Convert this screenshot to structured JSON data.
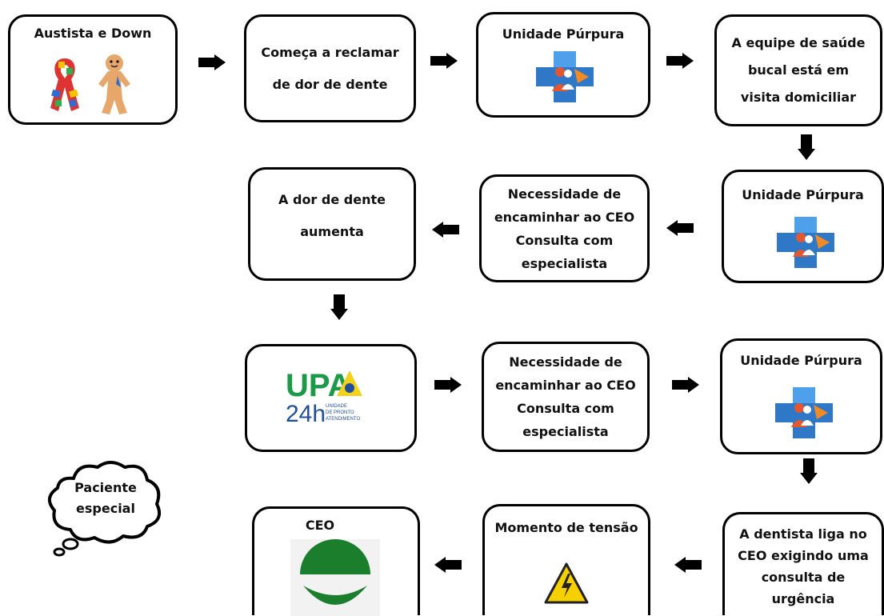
{
  "nodes": {
    "autism_down": {
      "label": "Austista e  Down"
    },
    "complaint": {
      "label": "Começa a reclamar\nde dor de dente"
    },
    "unit1": {
      "label": "Unidade Púrpura"
    },
    "home_visit": {
      "label": "A equipe de saúde\nbucal está em\nvisita domiciliar"
    },
    "unit2": {
      "label": "Unidade Púrpura"
    },
    "referral1": {
      "label": "Necessidade de\nencaminhar ao CEO\nConsulta com\nespecialista"
    },
    "pain_increases": {
      "label": "A dor de dente\naumenta"
    },
    "upa": {
      "logo_main": "UPA",
      "logo_num": "24h",
      "logo_sub": [
        "UNIDADE",
        "DE PRONTO",
        "ATENDIMENTO"
      ]
    },
    "referral2": {
      "label": "Necessidade de\nencaminhar ao CEO\nConsulta com\nespecialista"
    },
    "unit3": {
      "label": "Unidade Púrpura"
    },
    "dentist_calls": {
      "label": "A dentista liga no\nCEO exigindo uma\nconsulta de\nurgência"
    },
    "tension": {
      "label": "Momento de tensão"
    },
    "ceo": {
      "label": "CEO"
    }
  },
  "thought": {
    "label": "Paciente\nespecial"
  },
  "colors": {
    "border": "#000000",
    "upa_green": "#1c9a47",
    "upa_yellow": "#f4d21b",
    "upa_blue": "#1f4f9c",
    "ceo_green": "#1a7e2c",
    "unit_blue": "#2f78c8",
    "warning_yellow": "#f7d000"
  },
  "icons": [
    "autism-ribbon-icon",
    "gingerbread-person-icon",
    "health-unit-cross-icon",
    "warning-electric-icon",
    "ceo-logo-icon",
    "upa-logo"
  ]
}
